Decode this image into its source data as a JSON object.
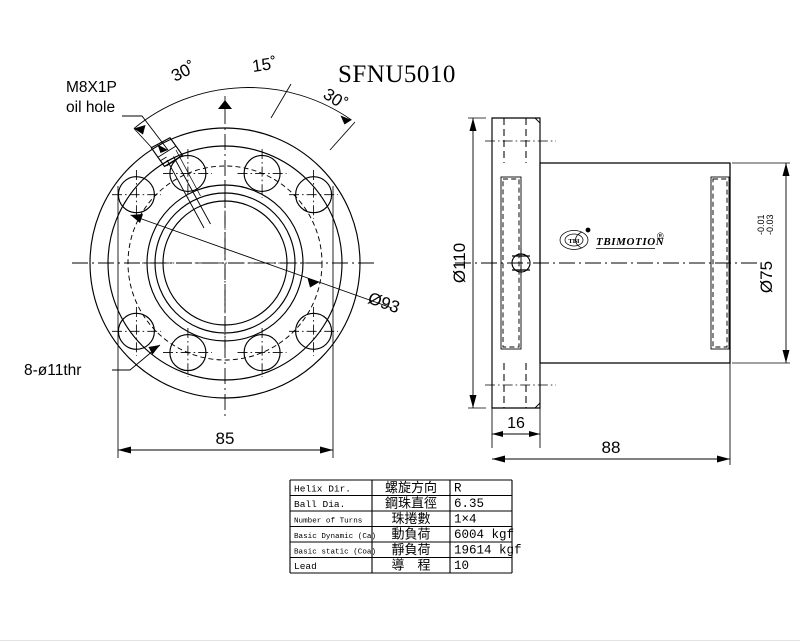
{
  "drawing": {
    "title": "SFNU5010",
    "background_color": "#ffffff",
    "line_color": "#000000"
  },
  "front_view": {
    "name": "flange-face-view",
    "notes": {
      "oil_hole_thread": "M8X1P",
      "oil_hole_label": "oil hole",
      "bolt_holes": "8-ø11thr"
    },
    "angles": {
      "left": "30˚",
      "center": "15˚",
      "right": "30˚"
    },
    "dimensions": {
      "bolt_circle": "Ø93",
      "flange_width": "85"
    }
  },
  "side_view": {
    "name": "side-section-view",
    "dimensions": {
      "flange_diameter": "Ø110",
      "nut_diameter": "Ø75",
      "nut_tol_upper": "-0.01",
      "nut_tol_lower": "-0.03",
      "flange_thickness": "16",
      "total_length": "88"
    },
    "logo": {
      "mark": "TBI",
      "text": "TBIMOTION",
      "registered": "®"
    }
  },
  "spec_table": {
    "name": "specification-table",
    "columns": [
      "english",
      "chinese",
      "value"
    ],
    "rows": [
      {
        "english": "Helix  Dir.",
        "chinese": "螺旋方向",
        "value": "R"
      },
      {
        "english": "Ball Dia.",
        "chinese": "鋼珠直徑",
        "value": "6.35"
      },
      {
        "english": "Number of Turns",
        "chinese": "珠捲數",
        "value": "1×4"
      },
      {
        "english": "Basic Dynamic (Ca)",
        "chinese": "動負荷",
        "value": "6004  kgf"
      },
      {
        "english": "Basic static (Coa)",
        "chinese": "靜負荷",
        "value": "19614 kgf"
      },
      {
        "english": "Lead",
        "chinese": "導　程",
        "value": "10"
      }
    ]
  }
}
